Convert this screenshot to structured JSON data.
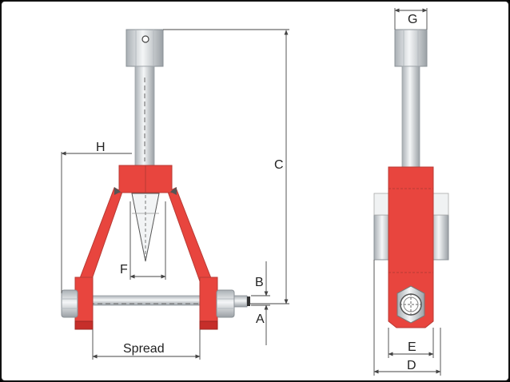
{
  "labels": {
    "g": "G",
    "h": "H",
    "c": "C",
    "f": "F",
    "b": "B",
    "a": "A",
    "spread": "Spread",
    "e": "E",
    "d": "D"
  },
  "colors": {
    "red": "#e8453e",
    "red_dark": "#c62e2a",
    "steel": "#d9dde1",
    "steel_dark": "#9ea4a9",
    "line": "#444444"
  }
}
